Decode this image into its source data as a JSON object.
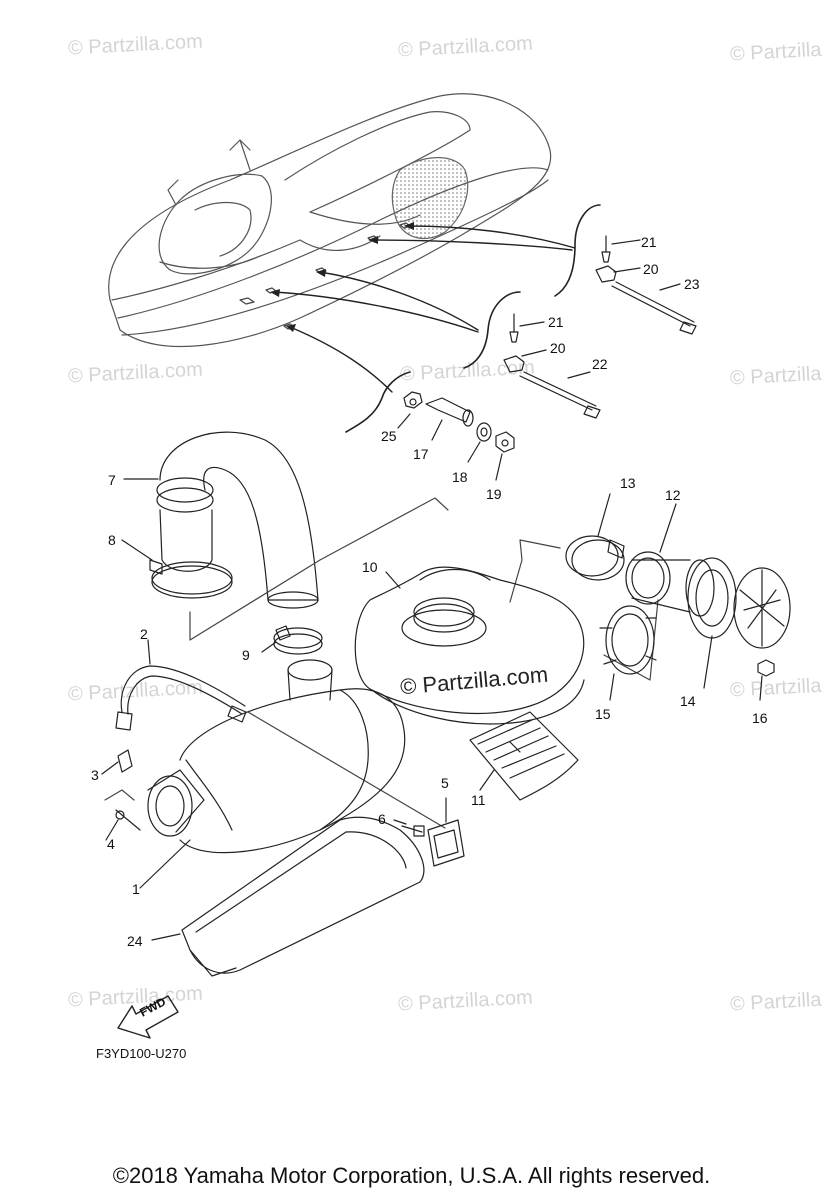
{
  "watermark": "© Partzilla.com",
  "main_watermark": "© Partzilla.com",
  "diagram_code": "F3YD100-U270",
  "fwd_label": "FWD",
  "copyright": "©2018  Yamaha Motor Corporation, U.S.A. All rights reserved.",
  "callouts": {
    "c1": "1",
    "c2": "2",
    "c3": "3",
    "c4": "4",
    "c5": "5",
    "c6": "6",
    "c7": "7",
    "c8": "8",
    "c9": "9",
    "c10": "10",
    "c11": "11",
    "c12": "12",
    "c13": "13",
    "c14": "14",
    "c15": "15",
    "c16": "16",
    "c17": "17",
    "c18": "18",
    "c19": "19",
    "c20a": "20",
    "c20b": "20",
    "c21a": "21",
    "c21b": "21",
    "c22": "22",
    "c23": "23",
    "c24": "24",
    "c25": "25"
  },
  "colors": {
    "line": "#222222",
    "shade": "#9a9a9a",
    "watermark": "#d4d4d4"
  }
}
